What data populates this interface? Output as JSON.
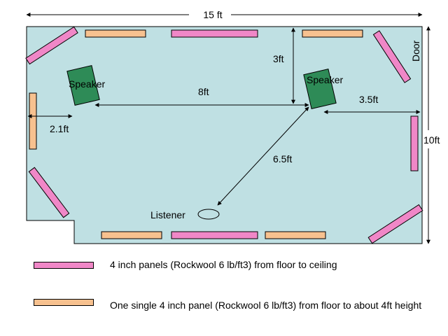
{
  "colors": {
    "room_fill": "#bfe0e3",
    "full_panel": "#f087c7",
    "half_panel": "#f7c18f",
    "speaker": "#2e8b57",
    "door_text": "#d9261c"
  },
  "dimensions": {
    "width": "15 ft",
    "height": "10ft",
    "speaker_to_front_wall": "3ft",
    "speaker_spacing": "8ft",
    "speaker_to_side_wall": "3.5ft",
    "left_speaker_to_left_wall": "2.1ft",
    "speaker_to_listener": "6.5ft"
  },
  "labels": {
    "door": "Door",
    "speaker_left": "Speaker",
    "speaker_right": "Speaker",
    "listener": "Listener"
  },
  "legend": [
    {
      "type": "full",
      "text": "4 inch panels (Rockwool 6 lb/ft3) from floor to ceiling"
    },
    {
      "type": "half",
      "text": "One single 4 inch panel (Rockwool 6 lb/ft3) from floor to about 4ft height"
    }
  ]
}
